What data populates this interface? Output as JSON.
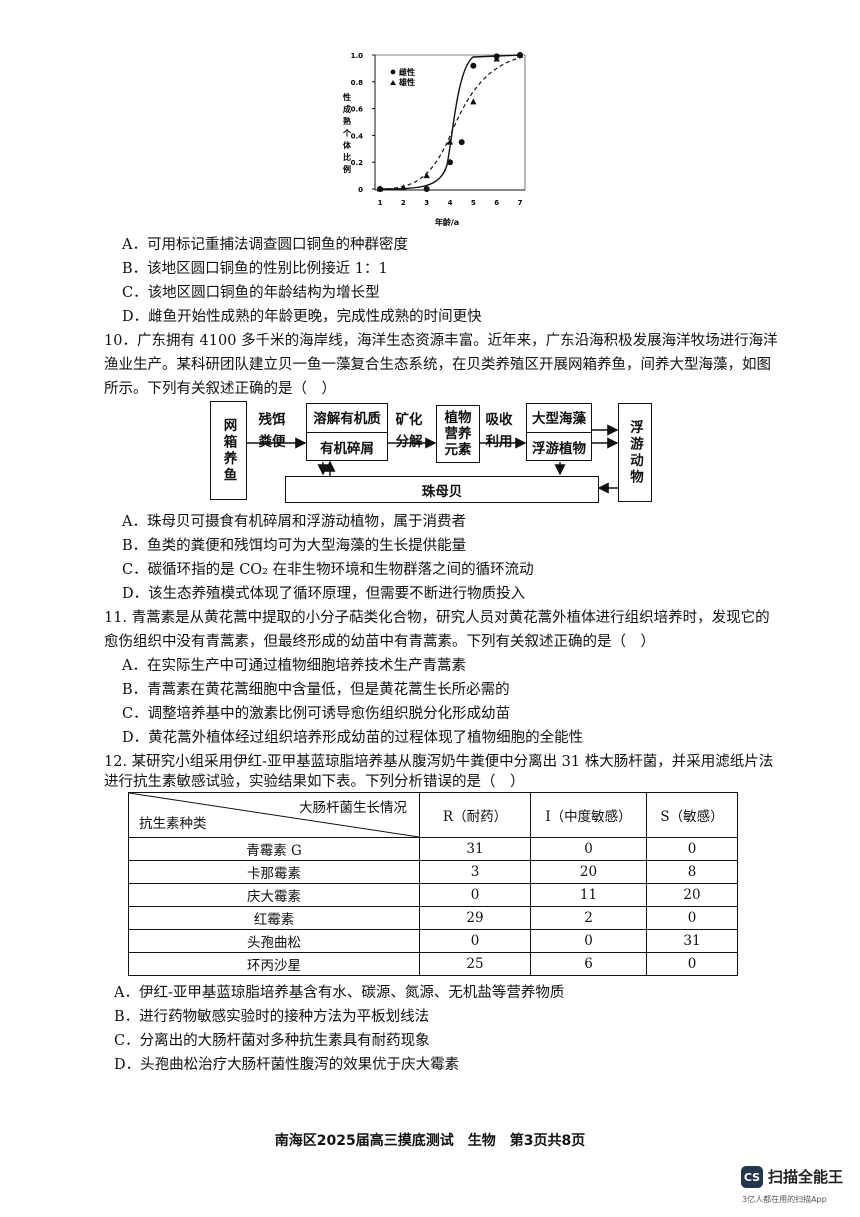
{
  "chart_data": {
    "type": "scatter",
    "ylabel": "性成熟个体比例",
    "xlabel": "年龄/a",
    "x_ticks": [
      "1",
      "2",
      "3",
      "4",
      "5",
      "6",
      "7"
    ],
    "y_ticks": [
      "0",
      "0.2",
      "0.4",
      "0.6",
      "0.8",
      "1.0"
    ],
    "xlim": [
      1,
      7
    ],
    "ylim": [
      0,
      1
    ],
    "series": [
      {
        "name": "雌性",
        "marker": "circle",
        "line": "solid",
        "x": [
          1,
          3,
          4,
          4.5,
          5,
          6,
          7
        ],
        "y": [
          0,
          0,
          0.2,
          0.35,
          0.92,
          0.99,
          1.0
        ]
      },
      {
        "name": "雄性",
        "marker": "triangle",
        "line": "dashed",
        "x": [
          1,
          2,
          3,
          4,
          5,
          6,
          7
        ],
        "y": [
          0,
          0.01,
          0.1,
          0.35,
          0.65,
          0.97,
          1.0
        ]
      }
    ]
  },
  "q9": {
    "options": [
      "A．可用标记重捕法调查圆口铜鱼的种群密度",
      "B．该地区圆口铜鱼的性别比例接近 1：1",
      "C．该地区圆口铜鱼的年龄结构为增长型",
      "D．雌鱼开始性成熟的年龄更晚，完成性成熟的时间更快"
    ]
  },
  "q10": {
    "stem": [
      "10．广东拥有 4100 多千米的海岸线，海洋生态资源丰富。近年来，广东沿海积极发展海洋牧场进行海洋",
      "渔业生产。某科研团队建立贝一鱼一藻复合生态系统，在贝类养殖区开展网箱养鱼，间养大型海藻，如图",
      "所示。下列有关叙述正确的是（　）"
    ],
    "diagram": {
      "fish": "网箱养鱼",
      "residue1": "残饵",
      "residue2": "粪便",
      "dom": "溶解有机质",
      "debris": "有机碎屑",
      "min1": "矿化",
      "min2": "分解",
      "nut": "植物营养元素",
      "abs1": "吸收",
      "abs2": "利用",
      "algae": "大型海藻",
      "phyto": "浮游植物",
      "zoo": "浮游动物",
      "pearl": "珠母贝"
    },
    "options": [
      "A．珠母贝可摄食有机碎屑和浮游动植物，属于消费者",
      "B．鱼类的粪便和残饵均可为大型海藻的生长提供能量",
      "C．碳循环指的是 CO₂ 在非生物环境和生物群落之间的循环流动",
      "D．该生态养殖模式体现了循环原理，但需要不断进行物质投入"
    ]
  },
  "q11": {
    "stem": [
      "11.  青蒿素是从黄花蒿中提取的小分子萜类化合物，研究人员对黄花蒿外植体进行组织培养时，发现它的",
      "愈伤组织中没有青蒿素，但最终形成的幼苗中有青蒿素。下列有关叙述正确的是（　）"
    ],
    "options": [
      "A．在实际生产中可通过植物细胞培养技术生产青蒿素",
      "B．青蒿素在黄花蒿细胞中含量低，但是黄花蒿生长所必需的",
      "C．调整培养基中的激素比例可诱导愈伤组织脱分化形成幼苗",
      "D．黄花蒿外植体经过组织培养形成幼苗的过程体现了植物细胞的全能性"
    ]
  },
  "q12": {
    "stem": [
      "12.  某研究小组采用伊红-亚甲基蓝琼脂培养基从腹泻奶牛粪便中分离出 31 株大肠杆菌，并采用滤纸片法",
      "进行抗生素敏感试验，实验结果如下表。下列分析错误的是（　）"
    ],
    "table": {
      "corner_top": "大肠杆菌生长情况",
      "corner_bottom": "抗生素种类",
      "columns": [
        "R（耐药）",
        "I（中度敏感）",
        "S（敏感）"
      ],
      "rows": [
        [
          "青霉素 G",
          "31",
          "0",
          "0"
        ],
        [
          "卡那霉素",
          "3",
          "20",
          "8"
        ],
        [
          "庆大霉素",
          "0",
          "11",
          "20"
        ],
        [
          "红霉素",
          "29",
          "2",
          "0"
        ],
        [
          "头孢曲松",
          "0",
          "0",
          "31"
        ],
        [
          "环丙沙星",
          "25",
          "6",
          "0"
        ]
      ]
    },
    "options": [
      "A．伊红-亚甲基蓝琼脂培养基含有水、碳源、氮源、无机盐等营养物质",
      "B．进行药物敏感实验时的接种方法为平板划线法",
      "C．分离出的大肠杆菌对多种抗生素具有耐药现象",
      "D．头孢曲松治疗大肠杆菌性腹泻的效果优于庆大霉素"
    ]
  },
  "footer": "南海区2025届高三摸底测试　生物　第3页共8页",
  "watermark": {
    "logo": "CS",
    "name": "扫描全能王",
    "tagline": "3亿人都在用的扫描App"
  }
}
